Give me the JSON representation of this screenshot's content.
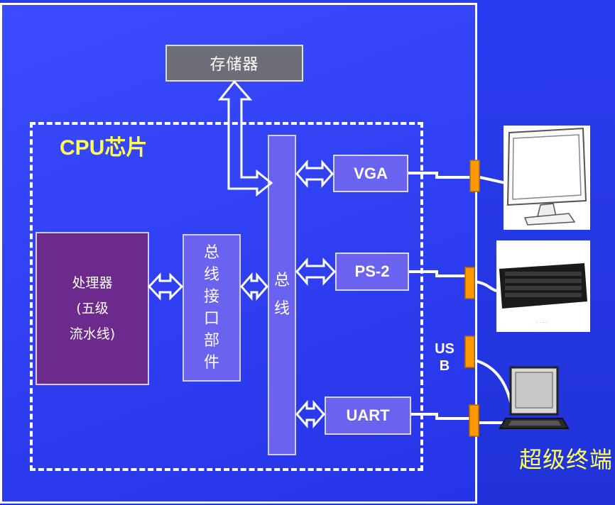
{
  "diagram": {
    "memory": "存储器",
    "cpu_chip": "CPU芯片",
    "processor": [
      "处理器",
      "(五级",
      "流水线)"
    ],
    "bus_interface": [
      "总",
      "线",
      "接",
      "口",
      "部",
      "件"
    ],
    "bus": [
      "总",
      "线"
    ],
    "ports": {
      "vga": "VGA",
      "ps2": "PS-2",
      "uart": "UART"
    },
    "usb": [
      "US",
      "B"
    ],
    "terminal": "超级终端"
  },
  "devices": [
    "monitor",
    "keyboard",
    "laptop"
  ],
  "colors": {
    "background": "#2434e6",
    "block": "#6b63f0",
    "processor": "#6c2a8c",
    "memory": "#6e6e78",
    "highlight_text": "#ffff55",
    "connector": "#ff9900"
  }
}
